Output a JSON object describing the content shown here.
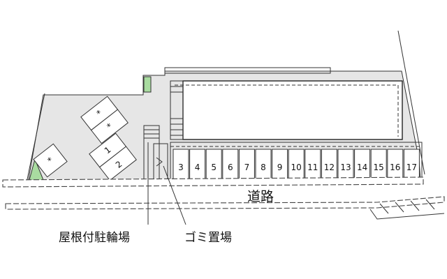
{
  "road_label": "道路",
  "bike_label": "屋根付駐輪場",
  "trash_label": "ゴミ置場",
  "bike_space_labels": [
    "1",
    "2"
  ],
  "marker": "*",
  "stall_numbers": [
    "3",
    "4",
    "5",
    "6",
    "7",
    "8",
    "9",
    "10",
    "11",
    "12",
    "13",
    "14",
    "15",
    "16",
    "17"
  ],
  "colors": {
    "lot": "#e6e6e6",
    "green": "#a9dca0",
    "lines": "#333333"
  }
}
